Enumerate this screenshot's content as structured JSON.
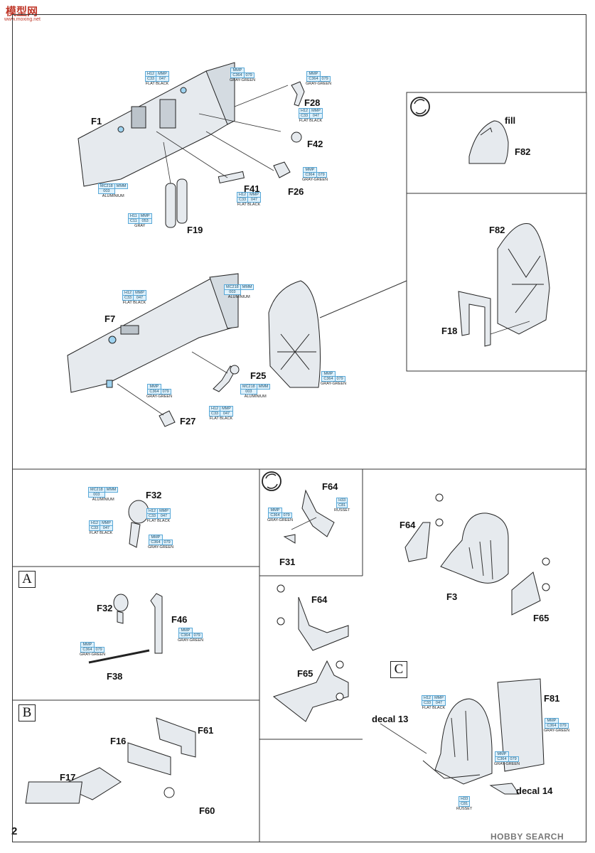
{
  "page_number": "2",
  "site_logo": {
    "text": "模型网",
    "url": "www.moxing.net"
  },
  "watermark": "HOBBY SEARCH",
  "section_labels": [
    "A",
    "B",
    "C"
  ],
  "parts": [
    "F1",
    "F28",
    "F42",
    "F26",
    "F41",
    "F19",
    "F82",
    "F82",
    "F18",
    "F7",
    "F25",
    "F27",
    "F32",
    "F64",
    "F31",
    "F64",
    "F65",
    "F3",
    "F32",
    "F46",
    "F38",
    "F64",
    "F65",
    "F61",
    "F16",
    "F17",
    "F60",
    "F81"
  ],
  "notes": {
    "fill": "fill",
    "decal13": "decal 13",
    "decal14": "decal 14"
  },
  "paints": [
    {
      "id": "p1",
      "h": "H12",
      "m": "MMP",
      "c": "C33",
      "n": "047",
      "name": "FLAT BLACK"
    },
    {
      "id": "p2",
      "h": "",
      "m": "MMP",
      "c": "C364",
      "n": "079",
      "name": "GRAY-GREEN"
    },
    {
      "id": "p3",
      "h": "",
      "m": "MMP",
      "c": "C364",
      "n": "079",
      "name": "GRAY-GREEN"
    },
    {
      "id": "p4",
      "h": "H12",
      "m": "MMP",
      "c": "C33",
      "n": "047",
      "name": "FLAT BLACK"
    },
    {
      "id": "p5",
      "h": "",
      "m": "MMP",
      "c": "C364",
      "n": "079",
      "name": "GRAY-GREEN"
    },
    {
      "id": "p6",
      "h": "MC218",
      "m": "MMM",
      "c": "",
      "n": "003",
      "name": "ALUMINIUM"
    },
    {
      "id": "p7",
      "h": "H12",
      "m": "MMP",
      "c": "C33",
      "n": "047",
      "name": "FLAT BLACK"
    },
    {
      "id": "p8",
      "h": "H11",
      "m": "MMP",
      "c": "C11",
      "n": "053",
      "name": "GRAY"
    },
    {
      "id": "p9",
      "h": "H12",
      "m": "MMP",
      "c": "C33",
      "n": "047",
      "name": "FLAT BLACK"
    },
    {
      "id": "p10",
      "h": "MC218",
      "m": "MMM",
      "c": "",
      "n": "003",
      "name": "ALUMINIUM"
    },
    {
      "id": "p11",
      "h": "",
      "m": "MMP",
      "c": "C364",
      "n": "079",
      "name": "GRAY-GREEN"
    },
    {
      "id": "p12",
      "h": "",
      "m": "MMP",
      "c": "C364",
      "n": "079",
      "name": "GRAY-GREEN"
    },
    {
      "id": "p13",
      "h": "MC218",
      "m": "MMM",
      "c": "",
      "n": "003",
      "name": "ALUMINIUM"
    },
    {
      "id": "p14",
      "h": "H12",
      "m": "MMP",
      "c": "C33",
      "n": "047",
      "name": "FLAT BLACK"
    },
    {
      "id": "p15",
      "h": "MC218",
      "m": "MMM",
      "c": "",
      "n": "003",
      "name": "ALUMINIUM"
    },
    {
      "id": "p16",
      "h": "H12",
      "m": "MMP",
      "c": "C33",
      "n": "047",
      "name": "FLAT BLACK"
    },
    {
      "id": "p17",
      "h": "H12",
      "m": "MMP",
      "c": "C33",
      "n": "047",
      "name": "FLAT BLACK"
    },
    {
      "id": "p18",
      "h": "",
      "m": "MMP",
      "c": "C364",
      "n": "079",
      "name": "GRAY-GREEN"
    },
    {
      "id": "p19",
      "h": "",
      "m": "MMP",
      "c": "C364",
      "n": "079",
      "name": "GRAY-GREEN"
    },
    {
      "id": "p20",
      "h": "H33",
      "m": "",
      "c": "C81",
      "n": "",
      "name": "RUSSET"
    },
    {
      "id": "p21",
      "h": "",
      "m": "MMP",
      "c": "C364",
      "n": "079",
      "name": "GRAY-GREEN"
    },
    {
      "id": "p22",
      "h": "",
      "m": "MMP",
      "c": "C364",
      "n": "079",
      "name": "GRAY-GREEN"
    },
    {
      "id": "p23",
      "h": "H12",
      "m": "MMP",
      "c": "C33",
      "n": "047",
      "name": "FLAT BLACK"
    },
    {
      "id": "p24",
      "h": "",
      "m": "MMP",
      "c": "C364",
      "n": "079",
      "name": "GRAY-GREEN"
    },
    {
      "id": "p25",
      "h": "",
      "m": "MMP",
      "c": "C364",
      "n": "079",
      "name": "GRAY-GREEN"
    },
    {
      "id": "p26",
      "h": "H33",
      "m": "",
      "c": "C81",
      "n": "",
      "name": "RUSSET"
    }
  ],
  "colors": {
    "accent": "#5aa9d8",
    "part_fill": "#e6eaee",
    "line": "#222222"
  }
}
